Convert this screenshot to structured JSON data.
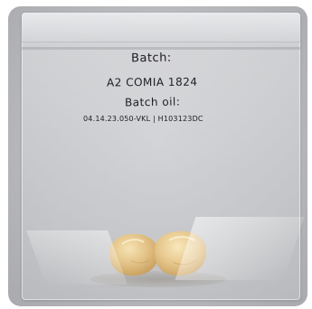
{
  "label": {
    "batch_heading": "Batch:",
    "batch_number": "A2 COMIA 1824",
    "batch_oil_heading": "Batch oil:",
    "batch_oil_value": "04.14.23.050-VKL | H103123DC"
  },
  "colors": {
    "backdrop": "#b9babd",
    "ink": "#1d1d22",
    "rosin": "#e7c98f"
  }
}
